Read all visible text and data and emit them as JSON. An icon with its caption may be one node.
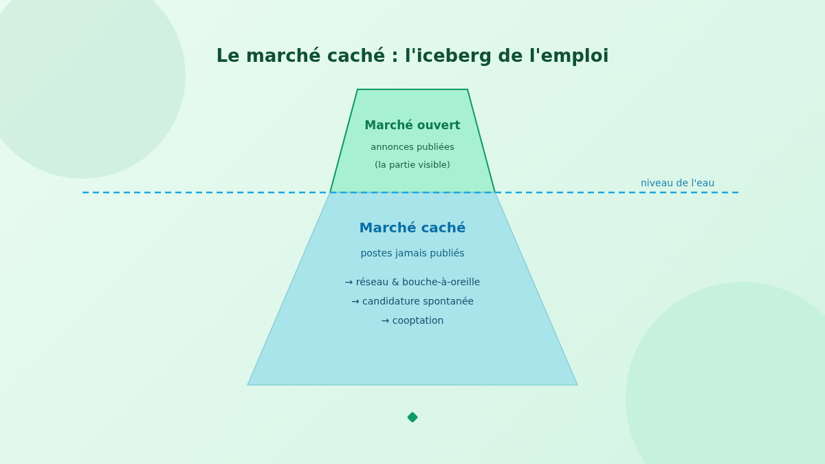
{
  "diagram": {
    "title": "Le marché caché : l'iceberg de l'emploi",
    "nodes": [
      {
        "text": [
          "Marché ouvert",
          "annonces publiées",
          "(la partie visible)"
        ]
      },
      {
        "text": [
          "Marché caché",
          "postes jamais publiés",
          "→ réseau & bouche-à-oreille",
          "→ candidature spontanée",
          "→ cooptation"
        ]
      }
    ],
    "labels": [
      "niveau de l'eau"
    ]
  }
}
